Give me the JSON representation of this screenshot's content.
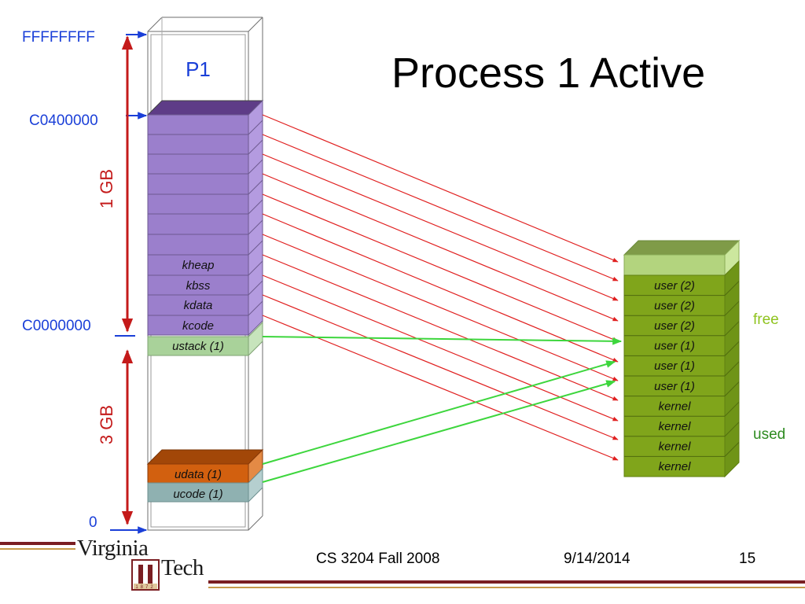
{
  "title": "Process 1 Active",
  "address_labels": {
    "top": "FFFFFFFF",
    "kernel_start": "C0400000",
    "user_end": "C0000000",
    "bottom": "0"
  },
  "size_labels": {
    "kernel": "1 GB",
    "user": "3 GB"
  },
  "process_label": "P1",
  "virtual_segments": {
    "kheap": "kheap",
    "kbss": "kbss",
    "kdata": "kdata",
    "kcode": "kcode",
    "ustack": "ustack (1)",
    "udata": "udata (1)",
    "ucode": "ucode (1)"
  },
  "physical_frames": [
    "user (2)",
    "user (2)",
    "user (2)",
    "user (1)",
    "user (1)",
    "user (1)",
    "kernel",
    "kernel",
    "kernel",
    "kernel"
  ],
  "memory_legend": {
    "free": "free",
    "used": "used"
  },
  "colors": {
    "kernel_segment": "#9b7fcc",
    "ustack": "#a9d29a",
    "udata": "#d2600f",
    "ucode": "#8fb1b1",
    "physical_used": "#80a51b",
    "physical_free": "#b3d47e",
    "kernel_mapping_arrow": "#e02020",
    "user_mapping_arrow": "#3dd63d",
    "address_arrow": "#1a3fd8",
    "size_arrow": "#c41a1a",
    "brand": "#7a1e22"
  },
  "footer": {
    "course": "CS 3204 Fall 2008",
    "date": "9/14/2014",
    "page": "15",
    "logo_top": "Virginia",
    "logo_bottom": "Tech",
    "logo_year": "1872"
  }
}
